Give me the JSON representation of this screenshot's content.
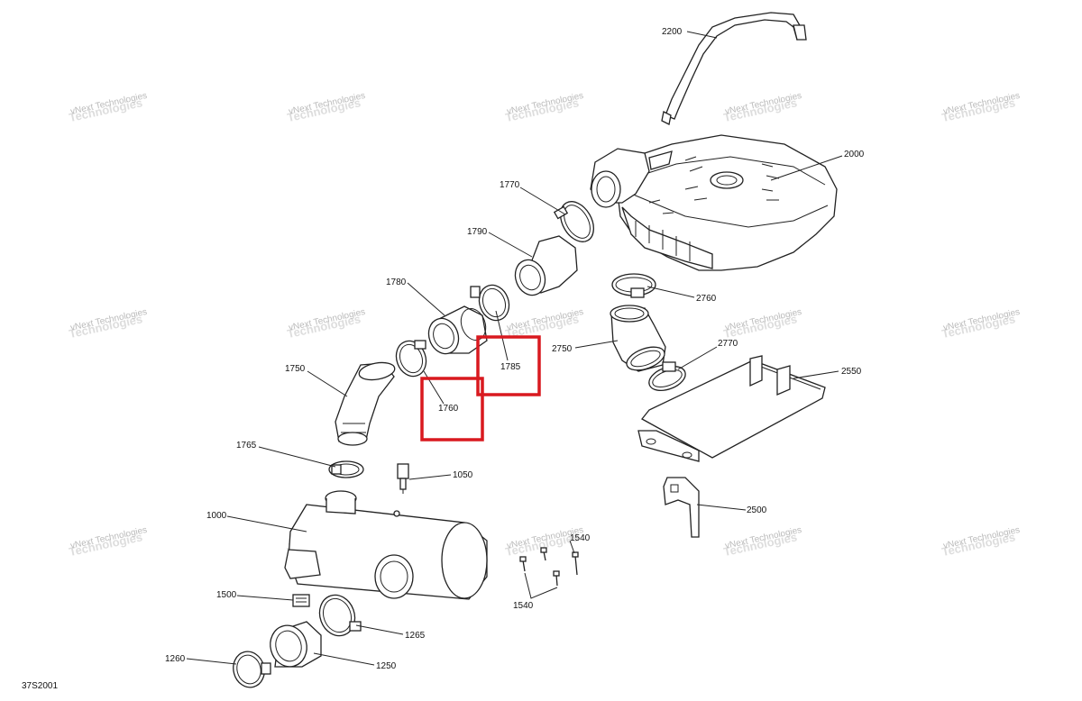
{
  "diagram": {
    "code": "37S2001",
    "watermark": {
      "line1": "vNext Technologies",
      "line2": "Technologies"
    },
    "callouts": [
      {
        "id": "2200",
        "label": "2200"
      },
      {
        "id": "2000",
        "label": "2000"
      },
      {
        "id": "1770",
        "label": "1770"
      },
      {
        "id": "1790",
        "label": "1790"
      },
      {
        "id": "1780",
        "label": "1780"
      },
      {
        "id": "2760",
        "label": "2760"
      },
      {
        "id": "1785",
        "label": "1785",
        "highlighted": true
      },
      {
        "id": "2750",
        "label": "2750"
      },
      {
        "id": "2770",
        "label": "2770"
      },
      {
        "id": "1750",
        "label": "1750"
      },
      {
        "id": "2550",
        "label": "2550"
      },
      {
        "id": "1760",
        "label": "1760",
        "highlighted": true
      },
      {
        "id": "1765",
        "label": "1765"
      },
      {
        "id": "1050",
        "label": "1050"
      },
      {
        "id": "2500",
        "label": "2500"
      },
      {
        "id": "1000",
        "label": "1000"
      },
      {
        "id": "1540a",
        "label": "1540"
      },
      {
        "id": "1540b",
        "label": "1540"
      },
      {
        "id": "1500",
        "label": "1500"
      },
      {
        "id": "1265",
        "label": "1265"
      },
      {
        "id": "1260",
        "label": "1260"
      },
      {
        "id": "1250",
        "label": "1250"
      }
    ],
    "highlight_color": "#d9191f"
  }
}
